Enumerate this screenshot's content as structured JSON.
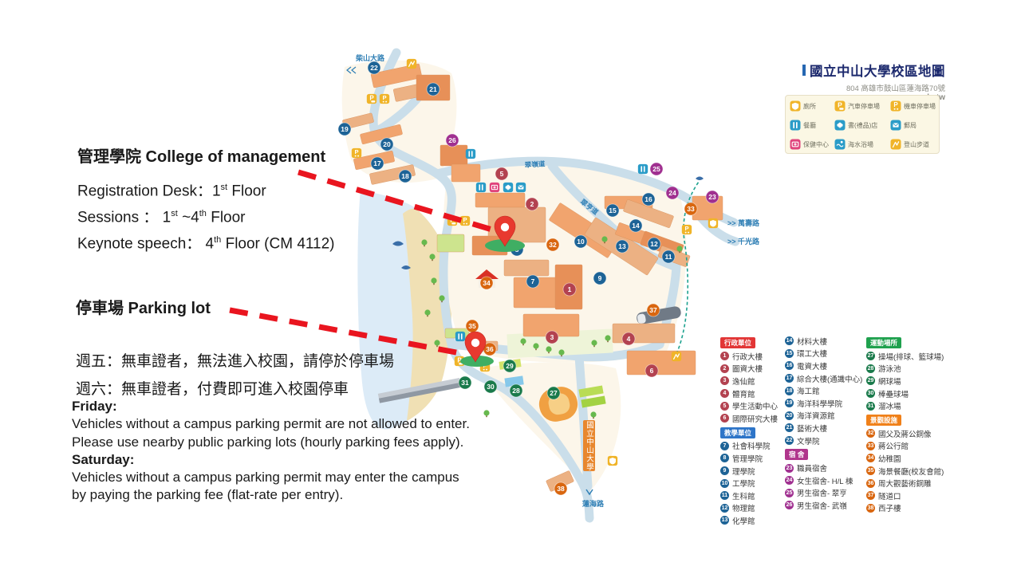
{
  "annotations": {
    "college_title": "管理學院 College of management",
    "college_lines": [
      [
        "Registration Desk：1",
        "st",
        " Floor"
      ],
      [
        "Sessions ： 1",
        "st",
        " ~4",
        "th",
        " Floor"
      ],
      [
        "Keynote speech： 4",
        "th",
        " Floor (CM 4112)"
      ]
    ],
    "parking_title": "停車場 Parking lot",
    "parking_zh": [
      "週五：無車證者，無法進入校園，請停於停車場",
      "週六：無車證者，付費即可進入校園停車"
    ],
    "friday_label": "Friday:",
    "friday_lines": [
      "Vehicles without a campus parking permit are not allowed to enter.",
      "Please use nearby public parking lots (hourly parking fees apply)."
    ],
    "saturday_label": "Saturday:",
    "saturday_lines": [
      "Vehicles without a campus parking permit may enter the campus",
      "by paying the parking fee (flat-rate per entry)."
    ]
  },
  "map": {
    "title": "國立中山大學校區地圖",
    "address": "804  高雄市鼓山區蓮海路70號",
    "website": "www.nsysu.edu.tw",
    "roads": {
      "chaishan": "柴山大路",
      "cuiling": "翠嶺道",
      "cuiheng": "翠亨道",
      "wanshou": ">> 萬壽路",
      "qianguang": ">> 千光路",
      "lianhai": "蓮海路",
      "gate": "國立中山大學"
    },
    "facility_legend": [
      {
        "icon": "toilet-icon",
        "color": "#f0b429",
        "label": "廁所"
      },
      {
        "icon": "car-parking-icon",
        "color": "#f0b429",
        "label": "汽車停車場"
      },
      {
        "icon": "scooter-parking-icon",
        "color": "#f0b429",
        "label": "機車停車場"
      },
      {
        "icon": "restaurant-icon",
        "color": "#2a9cc8",
        "label": "餐廳"
      },
      {
        "icon": "book-gift-shop-icon",
        "color": "#2a9cc8",
        "label": "書(禮品)店"
      },
      {
        "icon": "post-office-icon",
        "color": "#2a9cc8",
        "label": "郵局"
      },
      {
        "icon": "health-center-icon",
        "color": "#e0447c",
        "label": "保健中心"
      },
      {
        "icon": "beach-icon",
        "color": "#2a9cc8",
        "label": "海水浴場"
      },
      {
        "icon": "hiking-trail-icon",
        "color": "#f0b429",
        "label": "登山步道"
      }
    ],
    "groups": [
      {
        "name": "行政單位",
        "header_bg": "#e23636",
        "marker_color": "#b34250",
        "items": [
          {
            "n": 1,
            "label": "行政大樓"
          },
          {
            "n": 2,
            "label": "圖資大樓"
          },
          {
            "n": 3,
            "label": "逸仙館"
          },
          {
            "n": 4,
            "label": "體育館"
          },
          {
            "n": 5,
            "label": "學生活動中心"
          },
          {
            "n": 6,
            "label": "國際研究大樓"
          }
        ]
      },
      {
        "name": "教學單位",
        "header_bg": "#2e75c8",
        "marker_color": "#1d6396",
        "items": [
          {
            "n": 7,
            "label": "社會科學院"
          },
          {
            "n": 8,
            "label": "管理學院"
          },
          {
            "n": 9,
            "label": "理學院"
          },
          {
            "n": 10,
            "label": "工學院"
          },
          {
            "n": 11,
            "label": "生科館"
          },
          {
            "n": 12,
            "label": "物理館"
          },
          {
            "n": 13,
            "label": "化學館"
          },
          {
            "n": 14,
            "label": "材料大樓"
          },
          {
            "n": 15,
            "label": "環工大樓"
          },
          {
            "n": 16,
            "label": "電資大樓"
          },
          {
            "n": 17,
            "label": "綜合大樓(通識中心)"
          },
          {
            "n": 18,
            "label": "海工館"
          },
          {
            "n": 19,
            "label": "海洋科學學院"
          },
          {
            "n": 20,
            "label": "海洋資源館"
          },
          {
            "n": 21,
            "label": "藝術大樓"
          },
          {
            "n": 22,
            "label": "文學院"
          }
        ]
      },
      {
        "name": "宿 舍",
        "header_bg": "#b0368c",
        "marker_color": "#a03090",
        "items": [
          {
            "n": 23,
            "label": "職員宿舍"
          },
          {
            "n": 24,
            "label": "女生宿舍- H/L 棟"
          },
          {
            "n": 25,
            "label": "男生宿舍- 翠亨"
          },
          {
            "n": 26,
            "label": "男生宿舍- 武嶺"
          }
        ]
      },
      {
        "name": "運動場所",
        "header_bg": "#1fa14e",
        "marker_color": "#1a7a4b",
        "items": [
          {
            "n": 27,
            "label": "操場(排球、籃球場)"
          },
          {
            "n": 28,
            "label": "游泳池"
          },
          {
            "n": 29,
            "label": "網球場"
          },
          {
            "n": 30,
            "label": "棒壘球場"
          },
          {
            "n": 31,
            "label": "溜冰場"
          }
        ]
      },
      {
        "name": "景觀設施",
        "header_bg": "#f08019",
        "marker_color": "#d9660f",
        "items": [
          {
            "n": 32,
            "label": "國父及蔣公銅像"
          },
          {
            "n": 33,
            "label": "蔣公行館"
          },
          {
            "n": 34,
            "label": "幼稚園"
          },
          {
            "n": 35,
            "label": "海景餐廳(校友會館)"
          },
          {
            "n": 36,
            "label": "周大觀藝術銅雕"
          },
          {
            "n": 37,
            "label": "隧道口"
          },
          {
            "n": 38,
            "label": "西子樓"
          }
        ]
      }
    ]
  },
  "colors": {
    "arrow": "#e9151f",
    "pin": "#e8392f",
    "pin_base": "#3fae63",
    "road": "#cadeea",
    "water": "#dcebf7",
    "sand": "#f0e0b4"
  }
}
